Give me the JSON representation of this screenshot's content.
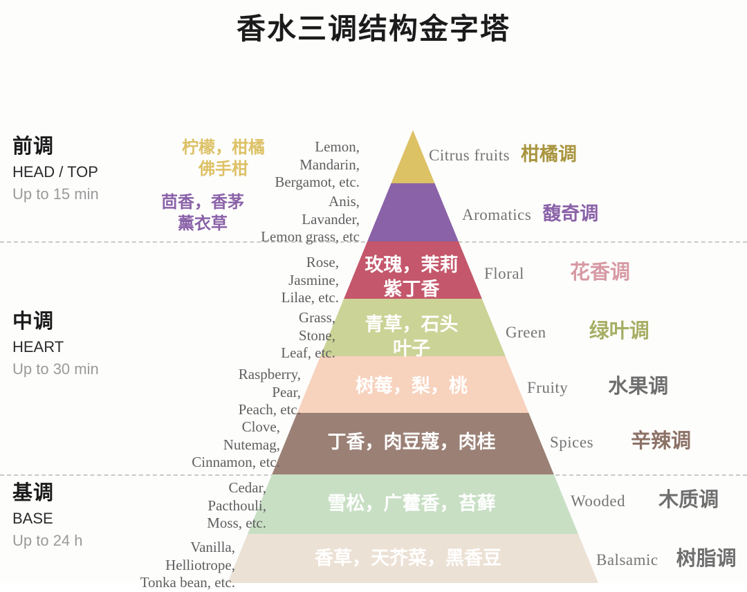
{
  "title": "香水三调结构金字塔",
  "stages": [
    {
      "cn": "前调",
      "en": "HEAD / TOP",
      "duration": "Up to 15 min"
    },
    {
      "cn": "中调",
      "en": "HEART",
      "duration": "Up to 30 min"
    },
    {
      "cn": "基调",
      "en": "BASE",
      "duration": "Up to 24 h"
    }
  ],
  "tiers": [
    {
      "key": "citrus",
      "color": "#ddc165",
      "overlay_cn": "",
      "ingredients_cn": "柠檬，柑橘\n佛手柑",
      "ingredients_en": "Lemon,\nMandarin,\nBergamot, etc.",
      "family_en": "Citrus fruits",
      "family_cn": "柑橘调",
      "family_color": "#a9953f",
      "ingredients_cn_color": "#ddc165"
    },
    {
      "key": "aromatics",
      "color": "#8a62a8",
      "overlay_cn": "",
      "ingredients_cn": "茴香，香茅\n薰衣草",
      "ingredients_en": "Anis,\nLavander,\nLemon grass, etc",
      "family_en": "Aromatics",
      "family_cn": "馥奇调",
      "family_color": "#8a62a8",
      "ingredients_cn_color": "#8a62a8"
    },
    {
      "key": "floral",
      "color": "#c4576b",
      "overlay_cn": "玫瑰，茉莉\n紫丁香",
      "ingredients_cn": "",
      "ingredients_en": "Rose,\nJasmine,\nLilae, etc.",
      "family_en": "Floral",
      "family_cn": "花香调",
      "family_color": "#d79aa4",
      "ingredients_cn_color": "#c4576b"
    },
    {
      "key": "green",
      "color": "#cbd396",
      "overlay_cn": "青草，石头\n叶子",
      "ingredients_cn": "",
      "ingredients_en": "Grass,\nStone,\nLeaf, etc.",
      "family_en": "Green",
      "family_cn": "绿叶调",
      "family_color": "#a6ae63",
      "ingredients_cn_color": "#cbd396"
    },
    {
      "key": "fruity",
      "color": "#f7d2bd",
      "overlay_cn": "树莓，梨，桃",
      "ingredients_cn": "",
      "ingredients_en": "Raspberry,\nPear,\nPeach, etc.",
      "family_en": "Fruity",
      "family_cn": "水果调",
      "family_color": "#6e6e6e",
      "ingredients_cn_color": "#f7d2bd"
    },
    {
      "key": "spices",
      "color": "#9b8076",
      "overlay_cn": "丁香，肉豆蔻，肉桂",
      "ingredients_cn": "",
      "ingredients_en": "Clove,\nNutemag,\nCinnamon, etc.",
      "family_en": "Spices",
      "family_cn": "辛辣调",
      "family_color": "#8c7166",
      "ingredients_cn_color": "#9b8076"
    },
    {
      "key": "wooded",
      "color": "#c8dfc4",
      "overlay_cn": "雪松，广藿香，苔藓",
      "ingredients_cn": "",
      "ingredients_en": "Cedar,\nPacthouli,\nMoss, etc.",
      "family_en": "Wooded",
      "family_cn": "木质调",
      "family_color": "#6f6f6f",
      "ingredients_cn_color": "#c8dfc4"
    },
    {
      "key": "balsamic",
      "color": "#ece1d5",
      "overlay_cn": "香草，天芥菜，黑香豆",
      "ingredients_cn": "",
      "ingredients_en": "Vanilla,\nHelliotrope,\nTonka bean, etc.",
      "family_en": "Balsamic",
      "family_cn": "树脂调",
      "family_color": "#6f6f6f",
      "ingredients_cn_color": "#ece1d5"
    }
  ]
}
